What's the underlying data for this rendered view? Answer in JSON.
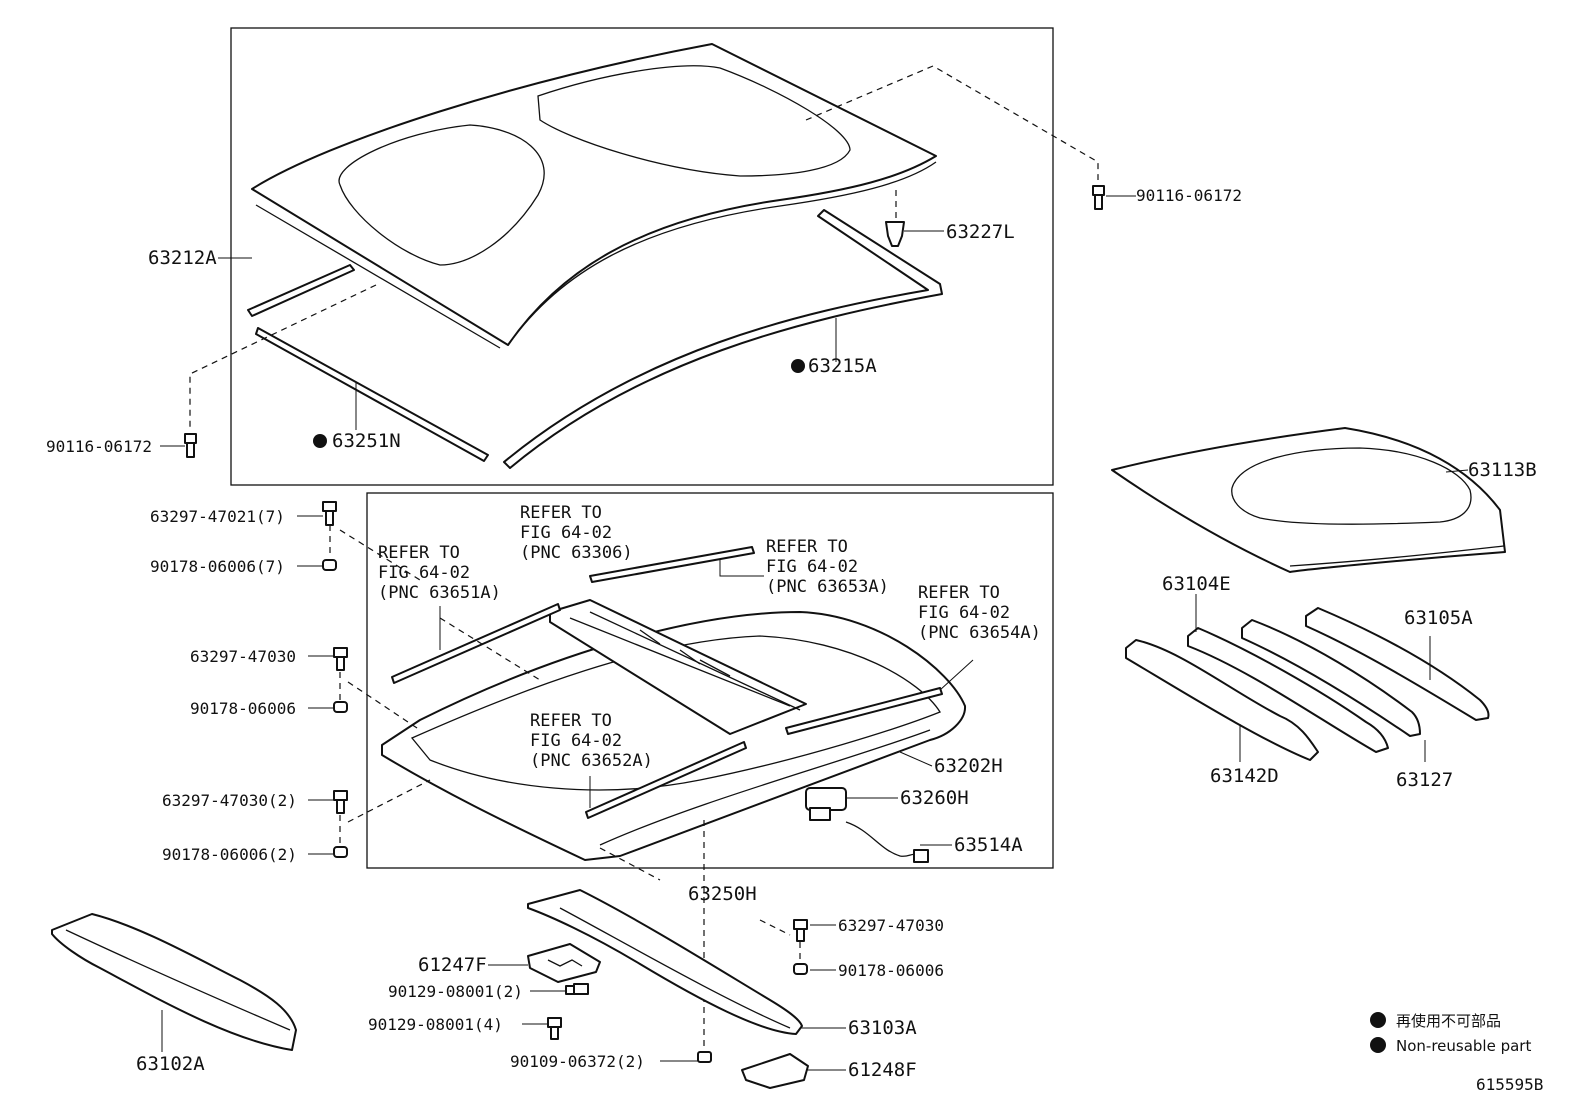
{
  "diagram_id": "615595B",
  "legend": {
    "japanese": "再使用不可部品",
    "english": "Non-reusable part"
  },
  "parts": {
    "p63212A": "63212A",
    "p63227L": "63227L",
    "p63215A": "63215A",
    "p63251N": "63251N",
    "p90116_top": "90116-06172",
    "p90116_left": "90116-06172",
    "p63113B": "63113B",
    "p63104E": "63104E",
    "p63105A": "63105A",
    "p63142D": "63142D",
    "p63127": "63127",
    "p63297_7": "63297-47021(7)",
    "p90178_7": "90178-06006(7)",
    "p63297_a": "63297-47030",
    "p90178_a": "90178-06006",
    "p63297_2": "63297-47030(2)",
    "p90178_2": "90178-06006(2)",
    "p63202H": "63202H",
    "p63260H": "63260H",
    "p63514A": "63514A",
    "p63250H": "63250H",
    "p63297_b": "63297-47030",
    "p90178_b": "90178-06006",
    "p61247F": "61247F",
    "p90129_2": "90129-08001(2)",
    "p90129_4": "90129-08001(4)",
    "p90109": "90109-06372(2)",
    "p63103A": "63103A",
    "p61248F": "61248F",
    "p63102A": "63102A"
  },
  "refs": {
    "r63651A": [
      "REFER TO",
      "FIG 64-02",
      "(PNC 63651A)"
    ],
    "r63306": [
      "REFER TO",
      "FIG 64-02",
      "(PNC 63306)"
    ],
    "r63653A": [
      "REFER TO",
      "FIG 64-02",
      "(PNC 63653A)"
    ],
    "r63654A": [
      "REFER TO",
      "FIG 64-02",
      "(PNC 63654A)"
    ],
    "r63652A": [
      "REFER TO",
      "FIG 64-02",
      "(PNC 63652A)"
    ]
  }
}
